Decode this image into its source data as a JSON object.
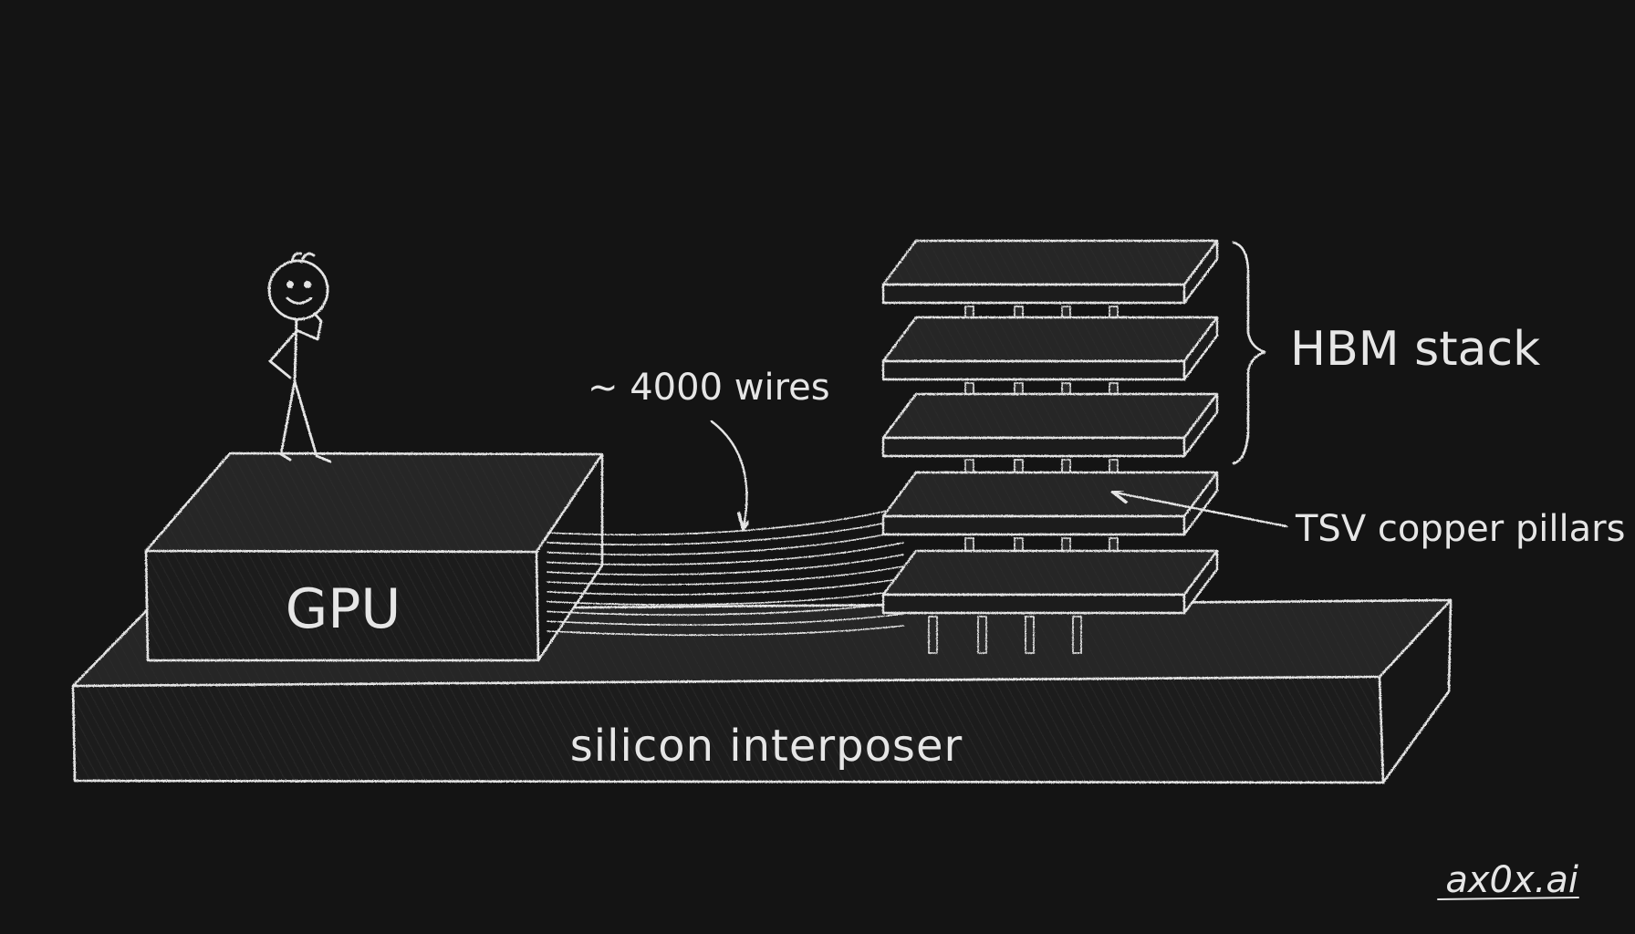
{
  "diagram": {
    "labels": {
      "gpu": "GPU",
      "interposer": "silicon interposer",
      "wires": "~ 4000 wires",
      "hbm": "HBM stack",
      "tsv": "TSV copper pillars"
    },
    "watermark": "ax0x.ai"
  },
  "colors": {
    "background": "#141414",
    "chalk": "#e4e4e4",
    "block_top": "#262626",
    "block_front": "#1e1e1e",
    "block_side": "#1a1a1a"
  }
}
